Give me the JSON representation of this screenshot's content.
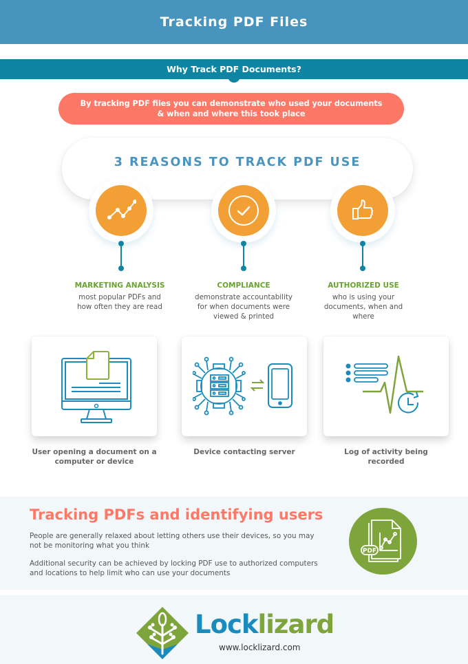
{
  "header": {
    "title": "Tracking PDF Files"
  },
  "subheader": {
    "title": "Why Track PDF Documents?"
  },
  "intro": {
    "line1": "By tracking PDF files you can demonstrate who used your documents",
    "line2": "& when and where this took place"
  },
  "reasons": {
    "title": "3 REASONS TO TRACK PDF USE",
    "items": [
      {
        "icon": "line-chart-icon",
        "title": "MARKETING ANALYSIS",
        "desc": [
          "most popular PDFs and",
          "how often they are read"
        ]
      },
      {
        "icon": "check-circle-icon",
        "title": "COMPLIANCE",
        "desc": [
          "demonstrate accountability",
          "for when documents were",
          "viewed & printed"
        ]
      },
      {
        "icon": "thumbs-up-icon",
        "title": "AUTHORIZED USE",
        "desc": [
          "who is using your",
          "documents, when and",
          "where"
        ]
      }
    ]
  },
  "cards": [
    {
      "icon": "computer-document-icon",
      "caption": [
        "User opening a document on a",
        "computer or device"
      ]
    },
    {
      "icon": "server-phone-icon",
      "caption": [
        "Device contacting server"
      ]
    },
    {
      "icon": "activity-log-icon",
      "caption": [
        "Log of activity being",
        "recorded"
      ]
    }
  ],
  "info": {
    "title": "Tracking PDFs and identifying users",
    "p1": [
      "People are generally relaxed about letting others use their devices, so you may",
      "not be monitoring what you think"
    ],
    "p2": [
      "Additional security can be achieved by locking PDF use to authorized computers",
      "and locations to help limit who can use your documents"
    ],
    "icon_label": "PDF"
  },
  "footer": {
    "brand_part1": "Lock",
    "brand_part2": "lizard",
    "url": "www.locklizard.com"
  },
  "colors": {
    "header_blue": "#4795be",
    "teal": "#0e86a3",
    "coral": "#fe7868",
    "orange": "#f2a036",
    "green": "#7ea43c",
    "reason_green": "#6aa232",
    "light_bg": "#f2f7fa"
  }
}
